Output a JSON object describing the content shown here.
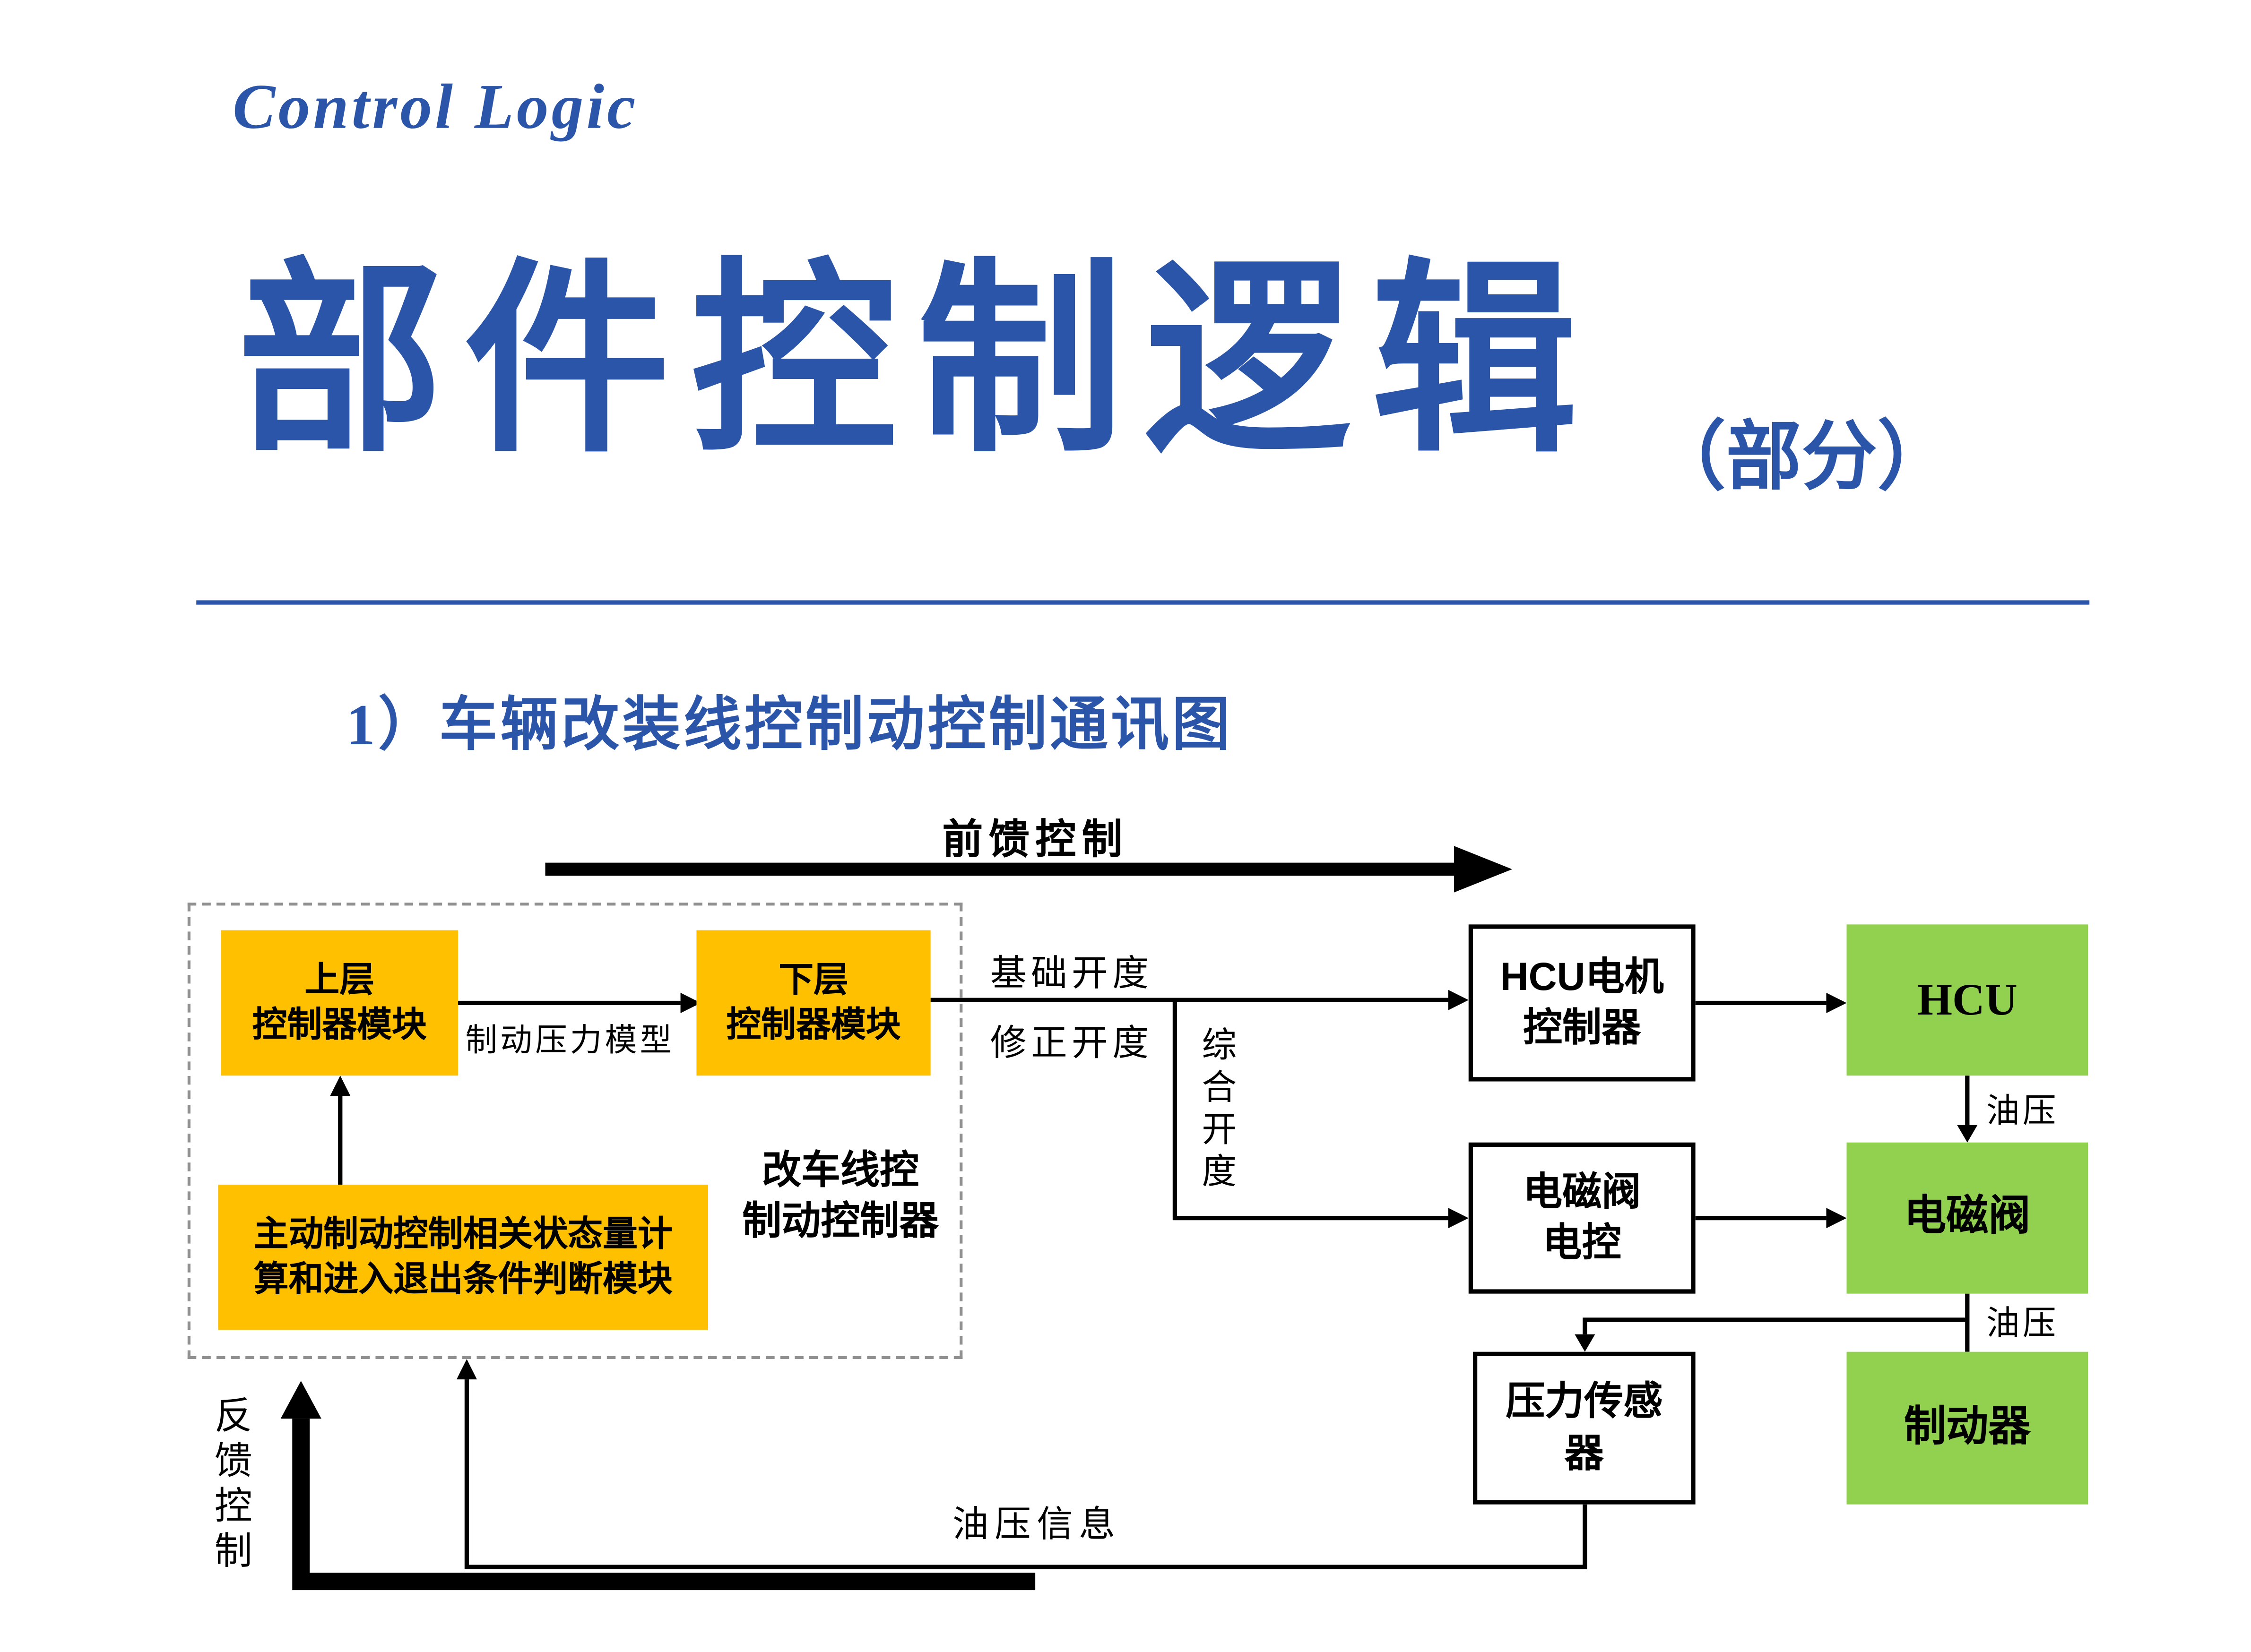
{
  "page": {
    "background": "#ffffff",
    "accent_color": "#2b55a8"
  },
  "header": {
    "eyebrow": "Control Logic",
    "title": "部件控制逻辑",
    "title_suffix": "（部分）"
  },
  "section": {
    "heading": "1）车辆改装线控制动控制通讯图"
  },
  "diagram": {
    "colors": {
      "module_fill": "#ffc000",
      "actuator_fill": "#92d050",
      "line": "#000000",
      "dashed_border": "#909090"
    },
    "nodes": {
      "upper_controller": "上层\n控制器模块",
      "lower_controller": "下层\n控制器模块",
      "state_module": "主动制动控制相关状态量计\n算和进入退出条件判断模块",
      "group_label": "改车线控\n制动控制器",
      "hcu_motor_controller": "HCU电机\n控制器",
      "solenoid_control": "电磁阀\n电控",
      "pressure_sensor": "压力传感\n器",
      "hcu": "HCU",
      "solenoid_valve": "电磁阀",
      "brake": "制动器"
    },
    "labels": {
      "feedforward": "前馈控制",
      "feedback": "反馈控制",
      "brake_pressure_model": "制动压力模型",
      "basic_opening": "基础开度",
      "corrected_opening": "修正开度",
      "combined_opening": "综合开度",
      "oil_pressure_hcu": "油压",
      "oil_pressure_valve": "油压",
      "oil_pressure_info": "油压信息"
    }
  }
}
